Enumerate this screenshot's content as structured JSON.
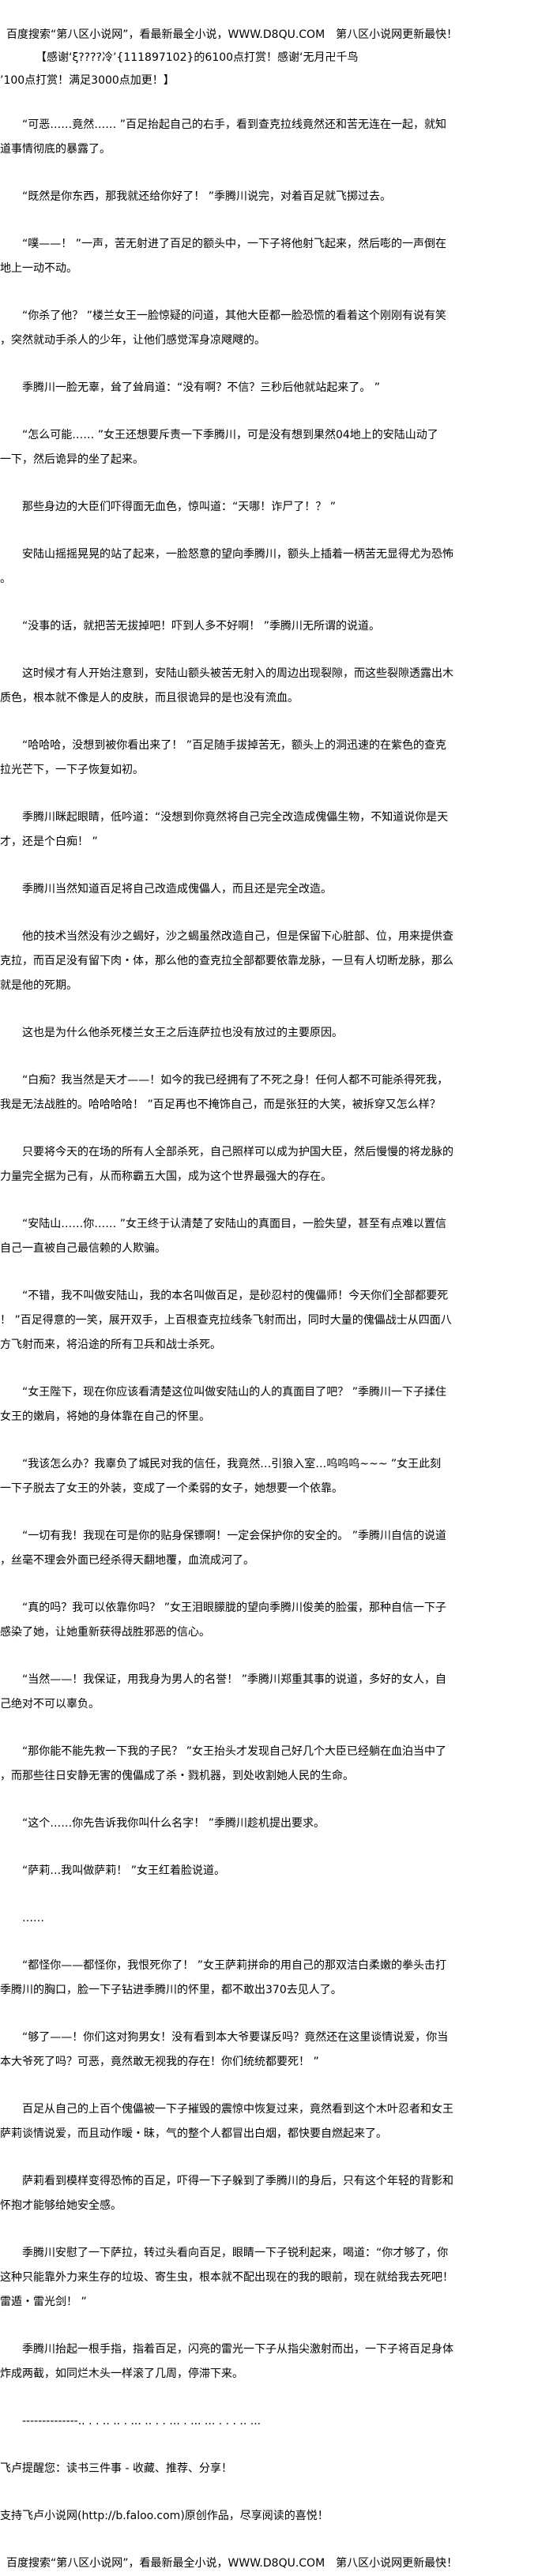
{
  "header": {
    "ad": "百度搜索“第八区小说网”，看最新最全小说，WWW.D8QU.COM　第八区小说网更新最快！",
    "thanks_lines": [
      "【感谢‘ξ????冷’{111897102}的6100点打赏！感谢‘无月卍千鸟",
      "’100点打赏！满足3000点加更！】"
    ]
  },
  "paragraphs": [
    {
      "lines": [
        "“可恶……竟然…… ”百足抬起自己的右手，看到查克拉线竟然还和苦无连在一起，就知",
        "道事情彻底的暴露了。"
      ]
    },
    {
      "lines": [
        "“既然是你东西，那我就还给你好了！ ”季腾川说完，对着百足就飞掷过去。"
      ]
    },
    {
      "lines": [
        "“噗——！ ”一声，苦无射进了百足的额头中，一下子将他射飞起来，然后嘭的一声倒在",
        "地上一动不动。"
      ]
    },
    {
      "lines": [
        "“你杀了他？ ”楼兰女王一脸惊疑的问道，其他大臣都一脸恐慌的看着这个刚刚有说有笑",
        "，突然就动手杀人的少年，让他们感觉浑身凉飕飕的。"
      ]
    },
    {
      "lines": [
        "季腾川一脸无辜，耸了耸肩道：“没有啊？不信？三秒后他就站起来了。 ”"
      ]
    },
    {
      "lines": [
        "“怎么可能…… ”女王还想要斥责一下季腾川，可是没有想到果然04地上的安陆山动了",
        "一下，然后诡异的坐了起来。"
      ]
    },
    {
      "lines": [
        "那些身边的大臣们吓得面无血色，惊叫道：“天哪！诈尸了！？ ”"
      ]
    },
    {
      "lines": [
        "安陆山摇摇晃晃的站了起来，一脸怒意的望向季腾川，额头上插着一柄苦无显得尤为恐怖",
        "。"
      ]
    },
    {
      "lines": [
        "“没事的话，就把苦无拔掉吧！吓到人多不好啊！ ”季腾川无所谓的说道。"
      ]
    },
    {
      "lines": [
        "这时候才有人开始注意到，安陆山额头被苦无射入的周边出现裂隙，而这些裂隙透露出木",
        "质色，根本就不像是人的皮肤，而且很诡异的是也没有流血。"
      ]
    },
    {
      "lines": [
        "“哈哈哈，没想到被你看出来了！ ”百足随手拔掉苦无，额头上的洞迅速的在紫色的查克",
        "拉光芒下，一下子恢复如初。"
      ]
    },
    {
      "lines": [
        "季腾川眯起眼睛，低吟道：“没想到你竟然将自己完全改造成傀儡生物，不知道说你是天",
        "才，还是个白痴！ ”"
      ]
    },
    {
      "lines": [
        "季腾川当然知道百足将自己改造成傀儡人，而且还是完全改造。"
      ]
    },
    {
      "lines": [
        "他的技术当然没有沙之蝎好，沙之蝎虽然改造自己，但是保留下心脏部、位，用来提供查",
        "克拉，而百足没有留下肉・体，那么他的查克拉全部都要依靠龙脉，一旦有人切断龙脉，那么",
        "就是他的死期。"
      ]
    },
    {
      "lines": [
        "这也是为什么他杀死楼兰女王之后连萨拉也没有放过的主要原因。"
      ]
    },
    {
      "lines": [
        "“白痴？我当然是天才——！如今的我已经拥有了不死之身！任何人都不可能杀得死我，",
        "我是无法战胜的。哈哈哈哈！ ”百足再也不掩饰自己，而是张狂的大笑，被拆穿又怎么样？"
      ]
    },
    {
      "lines": [
        "只要将今天的在场的所有人全部杀死，自己照样可以成为护国大臣，然后慢慢的将龙脉的",
        "力量完全据为己有，从而称霸五大国，成为这个世界最强大的存在。"
      ]
    },
    {
      "lines": [
        "“安陆山……你…… ”女王终于认清楚了安陆山的真面目，一脸失望，甚至有点难以置信",
        "自己一直被自己最信赖的人欺骗。"
      ]
    },
    {
      "lines": [
        "“不错，我不叫做安陆山，我的本名叫做百足，是砂忍村的傀儡师！今天你们全部都要死",
        "！ ”百足得意的一笑，展开双手，上百根查克拉线条飞射而出，同时大量的傀儡战士从四面八",
        "方飞射而来，将沿途的所有卫兵和战士杀死。"
      ]
    },
    {
      "lines": [
        "“女王陛下，现在你应该看清楚这位叫做安陆山的人的真面目了吧？ ”季腾川一下子揉住",
        "女王的嫩肩，将她的身体靠在自己的怀里。"
      ]
    },
    {
      "lines": [
        "“我该怎么办？我辜负了城民对我的信任，我竟然…引狼入室…呜呜呜~~~ ”女王此刻",
        "一下子脱去了女王的外装，变成了一个柔弱的女子，她想要一个依靠。"
      ]
    },
    {
      "lines": [
        "“一切有我！我现在可是你的贴身保镖啊！一定会保护你的安全的。 ”季腾川自信的说道",
        "，丝毫不理会外面已经杀得天翻地覆，血流成河了。"
      ]
    },
    {
      "lines": [
        "“真的吗？我可以依靠你吗？ ”女王泪眼朦胧的望向季腾川俊美的脸蛋，那种自信一下子",
        "感染了她，让她重新获得战胜邪恶的信心。"
      ]
    },
    {
      "lines": [
        "“当然——！我保证，用我身为男人的名誉！ ”季腾川郑重其事的说道，多好的女人，自",
        "己绝对不可以辜负。"
      ]
    },
    {
      "lines": [
        "“那你能不能先救一下我的子民？ ”女王抬头才发现自己好几个大臣已经躺在血泊当中了",
        "，而那些往日安静无害的傀儡成了杀・戮机器，到处收割她人民的生命。"
      ]
    },
    {
      "lines": [
        "“这个……你先告诉我你叫什么名字！ ”季腾川趁机提出要求。"
      ]
    },
    {
      "lines": [
        "“萨莉…我叫做萨莉！ ”女王红着脸说道。"
      ]
    },
    {
      "lines": [
        "……"
      ]
    },
    {
      "lines": [
        "“都怪你——都怪你，我恨死你了！ ”女王萨莉拼命的用自己的那双洁白柔嫩的拳头击打",
        "季腾川的胸口，脸一下子钻进季腾川的怀里，都不敢出370去见人了。"
      ]
    },
    {
      "lines": [
        "“够了——！你们这对狗男女！没有看到本大爷要谋反吗？竟然还在这里谈情说爱，你当",
        "本大爷死了吗？可恶，竟然敢无视我的存在！你们统统都要死！ ”"
      ]
    },
    {
      "lines": [
        "百足从自己的上百个傀儡被一下子摧毁的震惊中恢复过来，竟然看到这个木叶忍者和女王",
        "萨莉谈情说爱，而且动作暧・昧，气的整个人都冒出白烟，都快要自燃起来了。"
      ]
    },
    {
      "lines": [
        "萨莉看到模样变得恐怖的百足，吓得一下子躲到了季腾川的身后，只有这个年轻的背影和",
        "怀抱才能够给她安全感。"
      ]
    },
    {
      "lines": [
        "季腾川安慰了一下萨拉，转过头看向百足，眼睛一下子锐利起来，喝道：“你才够了，你",
        "这种只能靠外力来生存的垃圾、寄生虫，根本就不配出现在的我的眼前，现在就给我去死吧！",
        "雷遁・雷光剑！ ”"
      ]
    },
    {
      "lines": [
        "季腾川抬起一根手指，指着百足，闪亮的雷光一下子从指尖激射而出，一下子将百足身体",
        "炸成两截，如同烂木头一样滚了几周，停滞下来。"
      ]
    },
    {
      "lines": [
        "--------------.. . . .. .. . ... .. . . ... . ...   ... . . . .. ..."
      ]
    }
  ],
  "footer": {
    "reminder": "飞卢提醒您：读书三件事 - 收藏、推荐、分享！",
    "support": "支持飞卢小说网(http://b.faloo.com)原创作品，尽享阅读的喜悦！",
    "ad": "百度搜索“第八区小说网”，看最新最全小说，WWW.D8QU.COM　第八区小说网更新最快！"
  }
}
